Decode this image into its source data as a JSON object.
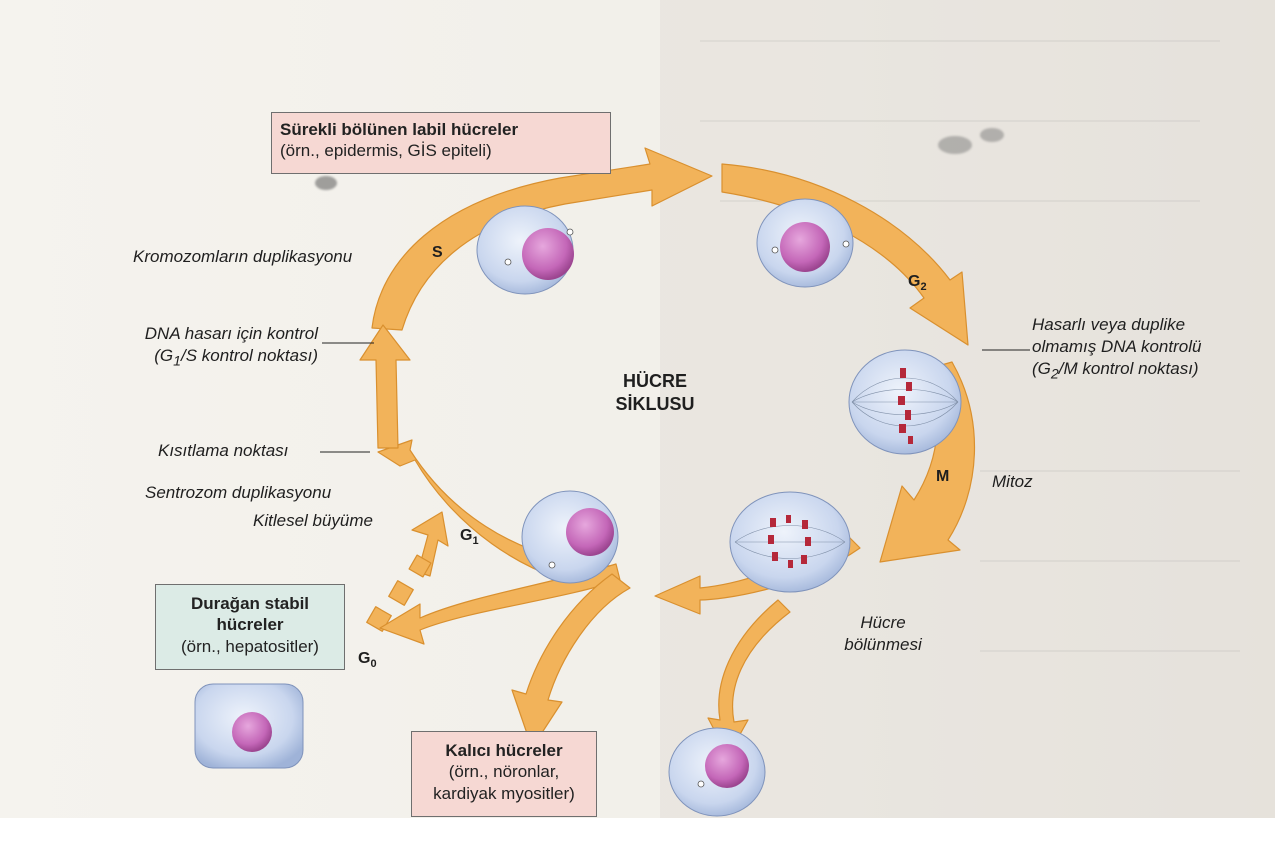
{
  "center_title": {
    "line1": "HÜCRE",
    "line2": "SİKLUSU"
  },
  "boxes": {
    "labile": {
      "title": "Sürekli bölünen labil hücreler",
      "example": "(örn., epidermis, GİS epiteli)"
    },
    "stable": {
      "title_line1": "Durağan stabil",
      "title_line2": "hücreler",
      "example": "(örn., hepatositler)"
    },
    "permanent": {
      "title": "Kalıcı hücreler",
      "example_line1": "(örn., nöronlar,",
      "example_line2": "kardiyak myositler)"
    }
  },
  "labels": {
    "chromosome_duplication": "Kromozomların duplikasyonu",
    "dna_damage_check_line1": "DNA hasarı için kontrol",
    "dna_damage_check_line2_pre": "(G",
    "dna_damage_check_line2_sub": "1",
    "dna_damage_check_line2_post": "/S kontrol noktası)",
    "restriction_point": "Kısıtlama noktası",
    "centrosome_duplication": "Sentrozom duplikasyonu",
    "mass_growth": "Kitlesel büyüme",
    "g2m_line1": "Hasarlı veya duplike",
    "g2m_line2": "olmamış DNA kontrolü",
    "g2m_line3_pre": "(G",
    "g2m_line3_sub": "2",
    "g2m_line3_post": "/M kontrol noktası)",
    "mitosis": "Mitoz",
    "cell_division_line1": "Hücre",
    "cell_division_line2": "bölünmesi"
  },
  "phases": {
    "s": "S",
    "g2_main": "G",
    "g2_sub": "2",
    "m": "M",
    "g1_main": "G",
    "g1_sub": "1",
    "g0_main": "G",
    "g0_sub": "0"
  },
  "colors": {
    "arrow": "#f2b35a",
    "arrow_edge": "#d9902f",
    "cell": "#c9d6ee",
    "nucleus": "#c467b8",
    "chromosome": "#b5283a",
    "box_pink": "#f6d8d3",
    "box_green": "#dcebe6"
  }
}
